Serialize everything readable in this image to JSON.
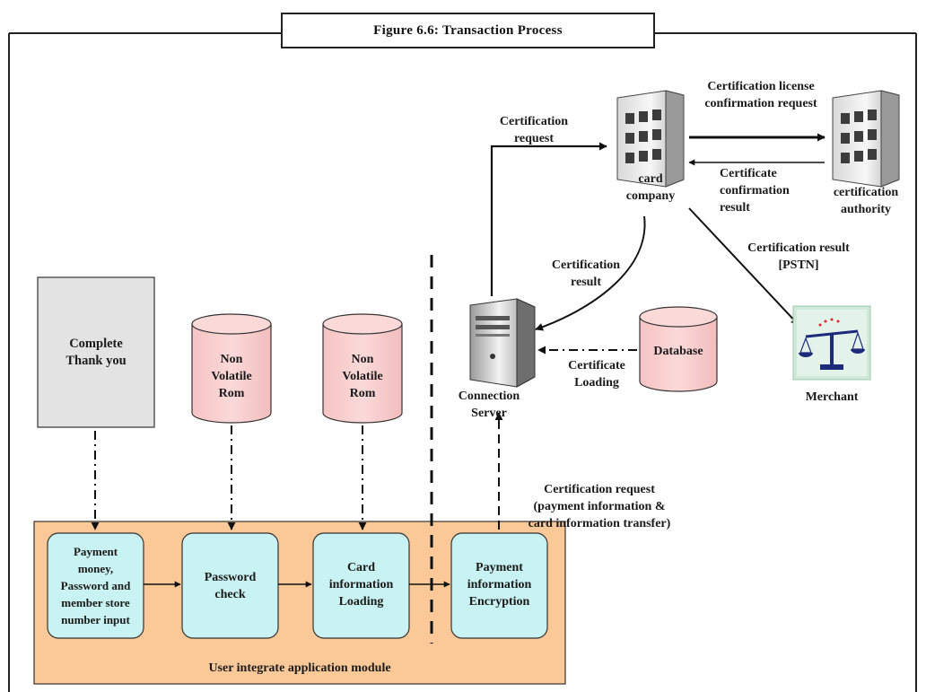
{
  "figure_title": "Figure 6.6: Transaction Process",
  "complete_box": [
    "Complete",
    "Thank you"
  ],
  "nv_rom_1": [
    "Non",
    "Volatile",
    "Rom"
  ],
  "nv_rom_2": [
    "Non",
    "Volatile",
    "Rom"
  ],
  "database": "Database",
  "module_boxes": {
    "payment_input": [
      "Payment",
      "money,",
      "Password and",
      "member store",
      "number input"
    ],
    "password_check": [
      "Password",
      "check"
    ],
    "card_loading": [
      "Card",
      "information",
      "Loading"
    ],
    "encryption": [
      "Payment",
      "information",
      "Encryption"
    ]
  },
  "module_label": "User integrate application module",
  "connection_server": [
    "Connection",
    "Server"
  ],
  "card_company": [
    "card",
    "company"
  ],
  "certification_authority": [
    "certification",
    "authority"
  ],
  "merchant": "Merchant",
  "edges": {
    "certification_request_top": [
      "Certification",
      "request"
    ],
    "license_confirmation": [
      "Certification license",
      "confirmation request"
    ],
    "certificate_confirmation_result": [
      "Certificate",
      "confirmation",
      "result"
    ],
    "certification_result_mid": [
      "Certification",
      "result"
    ],
    "certification_result_pstn": [
      "Certification result",
      "[PSTN]"
    ],
    "certificate_loading": [
      "Certificate",
      "Loading"
    ],
    "certification_request_bottom": [
      "Certification request",
      "(payment  information &",
      "card information transfer)"
    ]
  },
  "colors": {
    "rom_fill": "#f8cdcd",
    "box_fill": "#c9f2f3",
    "module_fill": "#fbc898",
    "complete_fill": "#e3e3e3"
  }
}
